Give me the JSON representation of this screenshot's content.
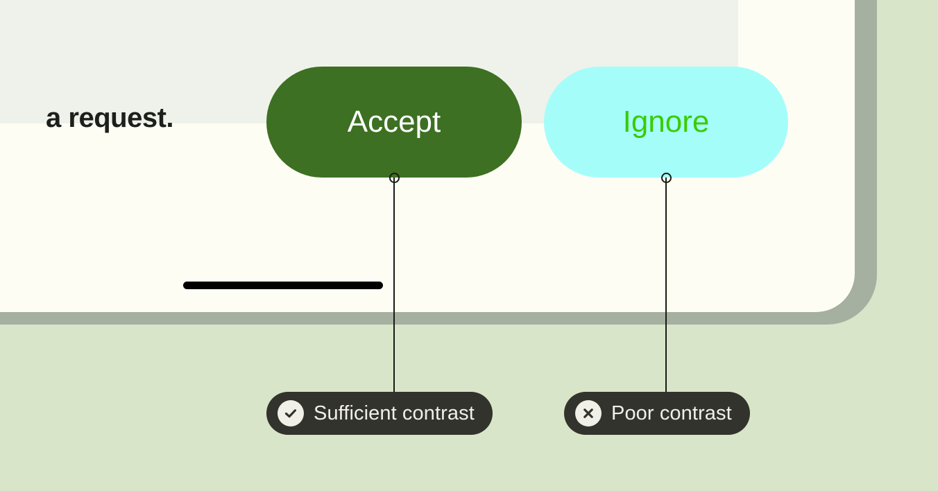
{
  "page": {
    "background_color": "#d9e5c8",
    "card_color": "#fdfdf4",
    "card_border_color": "#a5b0a0",
    "panel_color": "#eff2ea"
  },
  "row": {
    "text": "a request."
  },
  "buttons": [
    {
      "label": "Accept",
      "background_color": "#3d7022",
      "text_color": "#ffffff"
    },
    {
      "label": "Ignore",
      "background_color": "#a5fdfa",
      "text_color": "#3acc00"
    }
  ],
  "annotations": [
    {
      "label": "Sufficient contrast",
      "icon": "check-circle-icon",
      "pill_color": "#32332c",
      "text_color": "#f0efe8"
    },
    {
      "label": "Poor contrast",
      "icon": "x-circle-icon",
      "pill_color": "#32332c",
      "text_color": "#f0efe8"
    }
  ]
}
